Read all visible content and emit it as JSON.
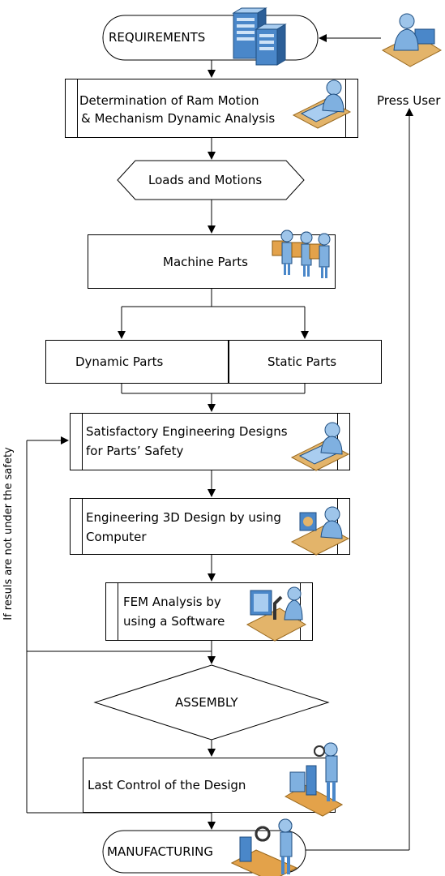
{
  "nodes": {
    "requirements": "REQUIREMENTS",
    "ram_motion": [
      "Determination of Ram Motion",
      "& Mechanism Dynamic Analysis"
    ],
    "loads": "Loads and Motions",
    "machine_parts": "Machine Parts",
    "dynamic_parts": "Dynamic Parts",
    "static_parts": "Static Parts",
    "satisfactory": [
      "Satisfactory Engineering Designs",
      "for Parts’ Safety"
    ],
    "engineering_3d": [
      "Engineering 3D Design by using",
      "Computer"
    ],
    "fem": [
      "FEM Analysis by",
      "using a Software"
    ],
    "assembly": "ASSEMBLY",
    "last_control": "Last Control of the Design",
    "manufacturing": "MANUFACTURING"
  },
  "press_user": "Press User",
  "feedback_label": "If resuls are not under the safety",
  "icons": [
    "server-icon",
    "user-at-computer-icon",
    "engineer-at-desk-icon",
    "workers-with-boxes-icon",
    "microscope-analyst-icon",
    "inspector-icon",
    "factory-worker-icon"
  ]
}
